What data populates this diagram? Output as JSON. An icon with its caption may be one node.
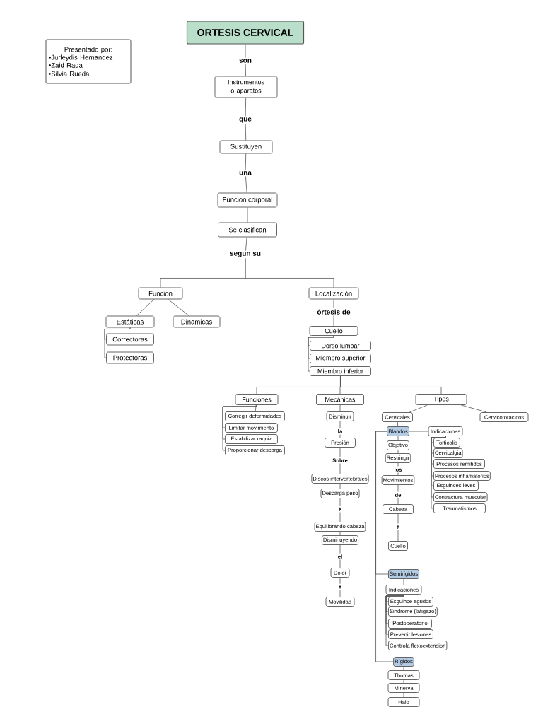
{
  "diagram": {
    "nodes": [
      {
        "text": [
          "ORTESIS CERVICAL"
        ]
      },
      {
        "text": [
          "Presentado por:",
          "•Jurleydis Hernandez",
          "•Zaid Rada",
          "•Silvia Rueda"
        ]
      },
      {
        "text": [
          "son"
        ]
      },
      {
        "text": [
          "Instrumentos o aparatos"
        ]
      },
      {
        "text": [
          "que"
        ]
      },
      {
        "text": [
          "Sustituyen"
        ]
      },
      {
        "text": [
          "una"
        ]
      },
      {
        "text": [
          "Funcion corporal"
        ]
      },
      {
        "text": [
          "Se clasifican"
        ]
      },
      {
        "text": [
          "segun su"
        ]
      },
      {
        "text": [
          "Funcion"
        ]
      },
      {
        "text": [
          "Localización"
        ]
      },
      {
        "text": [
          "Estáticas"
        ]
      },
      {
        "text": [
          "Dinamicas"
        ]
      },
      {
        "text": [
          "Correctoras"
        ]
      },
      {
        "text": [
          "Protectoras"
        ]
      },
      {
        "text": [
          "órtesis de"
        ]
      },
      {
        "text": [
          "Cuello"
        ]
      },
      {
        "text": [
          "Dorso lumbar"
        ]
      },
      {
        "text": [
          "Miembro superior"
        ]
      },
      {
        "text": [
          "Miembro inferior"
        ]
      },
      {
        "text": [
          "Funciones"
        ]
      },
      {
        "text": [
          "Mecánicas"
        ]
      },
      {
        "text": [
          "Tipos"
        ]
      },
      {
        "text": [
          "Corregir deformidades"
        ]
      },
      {
        "text": [
          "Limitar movimiento"
        ]
      },
      {
        "text": [
          "Estabilizar raquiz"
        ]
      },
      {
        "text": [
          "Proporcionar descarga"
        ]
      },
      {
        "text": [
          "Disminuir"
        ]
      },
      {
        "text": [
          "la"
        ]
      },
      {
        "text": [
          "Presión"
        ]
      },
      {
        "text": [
          "Sobre"
        ]
      },
      {
        "text": [
          "Discos intervertebrales"
        ]
      },
      {
        "text": [
          "Descarga peso"
        ]
      },
      {
        "text": [
          "y"
        ]
      },
      {
        "text": [
          "Equilibrando cabeza"
        ]
      },
      {
        "text": [
          "Disminuyendo"
        ]
      },
      {
        "text": [
          "el"
        ]
      },
      {
        "text": [
          "Dolor"
        ]
      },
      {
        "text": [
          "Y"
        ]
      },
      {
        "text": [
          "Movilidad"
        ]
      },
      {
        "text": [
          "Cervicales"
        ]
      },
      {
        "text": [
          "Cervicotoracicos"
        ]
      },
      {
        "text": [
          "Blandos"
        ]
      },
      {
        "text": [
          "Indicaciones"
        ]
      },
      {
        "text": [
          "Objetivo"
        ]
      },
      {
        "text": [
          "Restringir"
        ]
      },
      {
        "text": [
          "los"
        ]
      },
      {
        "text": [
          "Movimientos"
        ]
      },
      {
        "text": [
          "de"
        ]
      },
      {
        "text": [
          "Cabeza"
        ]
      },
      {
        "text": [
          "y"
        ]
      },
      {
        "text": [
          "Cuello"
        ]
      },
      {
        "text": [
          "Torticolis"
        ]
      },
      {
        "text": [
          "Cervicalgia"
        ]
      },
      {
        "text": [
          "Procesos remitidos"
        ]
      },
      {
        "text": [
          "Procesos inflamatorios"
        ]
      },
      {
        "text": [
          "Esguinces leves"
        ]
      },
      {
        "text": [
          "Contractura muscular"
        ]
      },
      {
        "text": [
          "Traumatismos"
        ]
      },
      {
        "text": [
          "Semirígidos"
        ]
      },
      {
        "text": [
          "Indicaciones"
        ]
      },
      {
        "text": [
          "Esguince agudos"
        ]
      },
      {
        "text": [
          "Sindrome (latigazo)"
        ]
      },
      {
        "text": [
          "Postoperatorio"
        ]
      },
      {
        "text": [
          "Prevenir lesiones"
        ]
      },
      {
        "text": [
          "Controla flexoextension"
        ]
      },
      {
        "text": [
          "Rígidos"
        ]
      },
      {
        "text": [
          "Thomas"
        ]
      },
      {
        "text": [
          "Minerva"
        ]
      },
      {
        "text": [
          "Halo"
        ]
      }
    ],
    "edges": [
      {
        "from": 0,
        "to": 2,
        "arrow": "none"
      },
      {
        "from": 2,
        "to": 3,
        "arrow": "none"
      },
      {
        "from": 3,
        "to": 4,
        "arrow": "none"
      },
      {
        "from": 4,
        "to": 5,
        "arrow": "none"
      },
      {
        "from": 5,
        "to": 6,
        "arrow": "none"
      },
      {
        "from": 6,
        "to": 7,
        "arrow": "none"
      },
      {
        "from": 7,
        "to": 8,
        "arrow": "none"
      },
      {
        "from": 8,
        "to": 9,
        "arrow": "none"
      },
      {
        "from": 9,
        "to": 10,
        "arrow": "none"
      },
      {
        "from": 9,
        "to": 11,
        "arrow": "none"
      },
      {
        "from": 10,
        "to": 12,
        "arrow": "none"
      },
      {
        "from": 10,
        "to": 13,
        "arrow": "none"
      },
      {
        "from": 12,
        "to": 14,
        "arrow": "none"
      },
      {
        "from": 12,
        "to": 15,
        "arrow": "none"
      },
      {
        "from": 11,
        "to": 16,
        "arrow": "none"
      },
      {
        "from": 16,
        "to": 17,
        "arrow": "none"
      },
      {
        "from": 17,
        "to": 18,
        "arrow": "none"
      },
      {
        "from": 17,
        "to": 19,
        "arrow": "none"
      },
      {
        "from": 17,
        "to": 20,
        "arrow": "none"
      },
      {
        "from": 20,
        "to": 21,
        "arrow": "none"
      },
      {
        "from": 20,
        "to": 22,
        "arrow": "none"
      },
      {
        "from": 20,
        "to": 23,
        "arrow": "none"
      },
      {
        "from": 21,
        "to": 24,
        "arrow": "none"
      },
      {
        "from": 21,
        "to": 25,
        "arrow": "none"
      },
      {
        "from": 21,
        "to": 26,
        "arrow": "none"
      },
      {
        "from": 21,
        "to": 27,
        "arrow": "none"
      },
      {
        "from": 22,
        "to": 28,
        "arrow": "none"
      },
      {
        "from": 28,
        "to": 29,
        "arrow": "none"
      },
      {
        "from": 29,
        "to": 30,
        "arrow": "none"
      },
      {
        "from": 30,
        "to": 31,
        "arrow": "none"
      },
      {
        "from": 31,
        "to": 32,
        "arrow": "none"
      },
      {
        "from": 32,
        "to": 33,
        "arrow": "none"
      },
      {
        "from": 33,
        "to": 34,
        "arrow": "none"
      },
      {
        "from": 34,
        "to": 35,
        "arrow": "none"
      },
      {
        "from": 35,
        "to": 36,
        "arrow": "none"
      },
      {
        "from": 36,
        "to": 37,
        "arrow": "none"
      },
      {
        "from": 37,
        "to": 38,
        "arrow": "none"
      },
      {
        "from": 38,
        "to": 39,
        "arrow": "none"
      },
      {
        "from": 39,
        "to": 40,
        "arrow": "none"
      },
      {
        "from": 23,
        "to": 41,
        "arrow": "none"
      },
      {
        "from": 23,
        "to": 42,
        "arrow": "none"
      },
      {
        "from": 41,
        "to": 43,
        "arrow": "none"
      },
      {
        "from": 43,
        "to": 44,
        "arrow": "none"
      },
      {
        "from": 43,
        "to": 45,
        "arrow": "none"
      },
      {
        "from": 45,
        "to": 46,
        "arrow": "none"
      },
      {
        "from": 46,
        "to": 47,
        "arrow": "none"
      },
      {
        "from": 47,
        "to": 48,
        "arrow": "none"
      },
      {
        "from": 48,
        "to": 49,
        "arrow": "none"
      },
      {
        "from": 49,
        "to": 50,
        "arrow": "none"
      },
      {
        "from": 50,
        "to": 51,
        "arrow": "none"
      },
      {
        "from": 51,
        "to": 52,
        "arrow": "none"
      },
      {
        "from": 44,
        "to": 53,
        "arrow": "none"
      },
      {
        "from": 44,
        "to": 54,
        "arrow": "none"
      },
      {
        "from": 44,
        "to": 55,
        "arrow": "none"
      },
      {
        "from": 44,
        "to": 56,
        "arrow": "none"
      },
      {
        "from": 44,
        "to": 57,
        "arrow": "none"
      },
      {
        "from": 44,
        "to": 58,
        "arrow": "none"
      },
      {
        "from": 44,
        "to": 59,
        "arrow": "none"
      },
      {
        "from": 43,
        "to": 60,
        "arrow": "none"
      },
      {
        "from": 43,
        "to": 67,
        "arrow": "none"
      },
      {
        "from": 60,
        "to": 61,
        "arrow": "none"
      },
      {
        "from": 61,
        "to": 62,
        "arrow": "none"
      },
      {
        "from": 61,
        "to": 63,
        "arrow": "none"
      },
      {
        "from": 61,
        "to": 64,
        "arrow": "none"
      },
      {
        "from": 61,
        "to": 65,
        "arrow": "none"
      },
      {
        "from": 61,
        "to": 66,
        "arrow": "none"
      },
      {
        "from": 67,
        "to": 68,
        "arrow": "none"
      },
      {
        "from": 68,
        "to": 69,
        "arrow": "none"
      },
      {
        "from": 69,
        "to": 70,
        "arrow": "none"
      }
    ]
  }
}
